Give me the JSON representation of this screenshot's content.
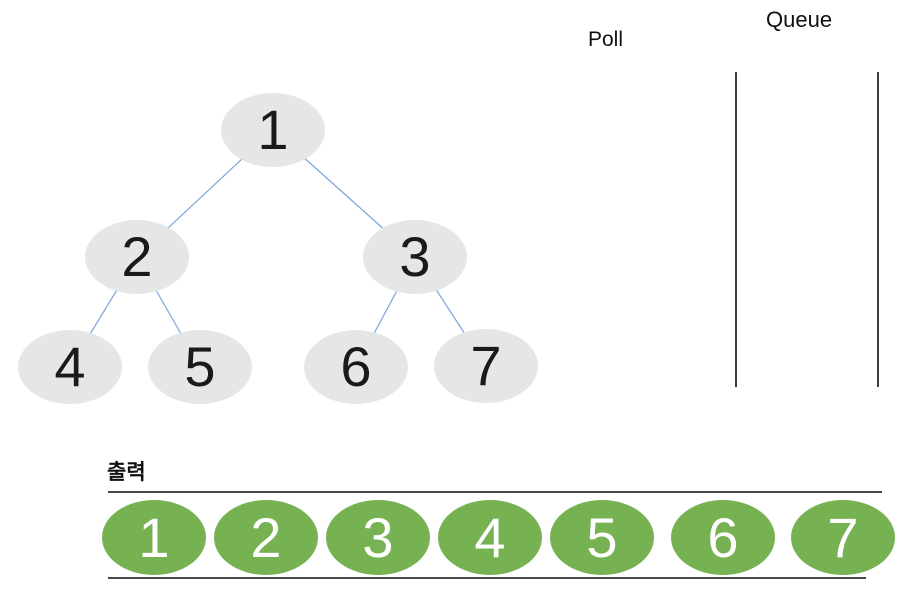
{
  "header": {
    "poll_label": "Poll",
    "queue_label": "Queue"
  },
  "tree": {
    "nodes": [
      {
        "label": "1"
      },
      {
        "label": "2"
      },
      {
        "label": "3"
      },
      {
        "label": "4"
      },
      {
        "label": "5"
      },
      {
        "label": "6"
      },
      {
        "label": "7"
      }
    ],
    "edges": [
      "1-2",
      "1-3",
      "2-4",
      "2-5",
      "3-6",
      "3-7"
    ]
  },
  "queue": {
    "items": []
  },
  "output": {
    "label": "출력",
    "items": [
      "1",
      "2",
      "3",
      "4",
      "5",
      "6",
      "7"
    ]
  },
  "colors": {
    "tree_node_fill": "#E7E6E6",
    "tree_node_text": "#1A1A1A",
    "edge_stroke": "#7EA9DB",
    "output_fill": "#76B152",
    "output_text": "#FFFFFF",
    "queue_line": "#3C3C3C",
    "output_line": "#4A4A4A"
  }
}
